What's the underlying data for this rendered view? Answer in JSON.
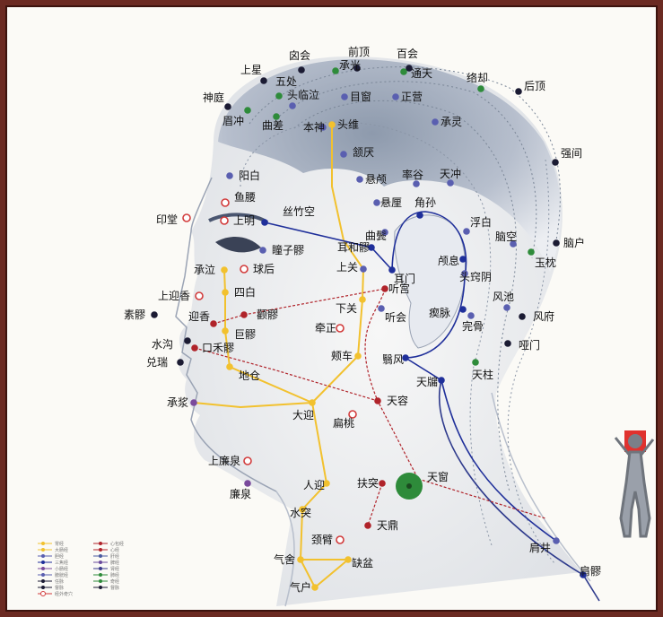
{
  "colors": {
    "stomach": "#f2c12e",
    "large_intestine": "#f2c12e",
    "small_intestine": "#7a4a9c",
    "triple_burner": "#1f2f9a",
    "gallbladder": "#2e3a8c",
    "bladder": "#5a5fb0",
    "governor": "#1a1a2e",
    "conception": "#1a1a2e",
    "extra": "#d23b3b",
    "green": "#2e8b3a",
    "red_dot": "#b0232a"
  },
  "points": [
    {
      "label": "囟会",
      "style": "dark"
    },
    {
      "label": "前顶",
      "style": "dark"
    },
    {
      "label": "百会",
      "style": "dark"
    },
    {
      "label": "上星",
      "style": "dark"
    },
    {
      "label": "五处",
      "style": "green"
    },
    {
      "label": "承光",
      "style": "green"
    },
    {
      "label": "通天",
      "style": "green"
    },
    {
      "label": "络却",
      "style": "green"
    },
    {
      "label": "后顶",
      "style": "dark"
    },
    {
      "label": "神庭",
      "style": "dark"
    },
    {
      "label": "头临泣",
      "style": "blue"
    },
    {
      "label": "目窗",
      "style": "blue"
    },
    {
      "label": "正营",
      "style": "blue"
    },
    {
      "label": "眉冲",
      "style": "green"
    },
    {
      "label": "曲差",
      "style": "green"
    },
    {
      "label": "本神",
      "style": "blue"
    },
    {
      "label": "头维",
      "style": "yellow"
    },
    {
      "label": "承灵",
      "style": "blue"
    },
    {
      "label": "强间",
      "style": "dark"
    },
    {
      "label": "颔厌",
      "style": "blue"
    },
    {
      "label": "阳白",
      "style": "blue"
    },
    {
      "label": "悬颅",
      "style": "blue"
    },
    {
      "label": "率谷",
      "style": "blue"
    },
    {
      "label": "天冲",
      "style": "blue"
    },
    {
      "label": "鱼腰",
      "style": "ring"
    },
    {
      "label": "悬厘",
      "style": "blue"
    },
    {
      "label": "丝竹空",
      "style": "navy"
    },
    {
      "label": "印堂",
      "style": "ring"
    },
    {
      "label": "上明",
      "style": "ring"
    },
    {
      "label": "角孙",
      "style": "navy"
    },
    {
      "label": "曲鬓",
      "style": "blue"
    },
    {
      "label": "浮白",
      "style": "blue"
    },
    {
      "label": "耳和髎",
      "style": "navy"
    },
    {
      "label": "瞳子髎",
      "style": "blue"
    },
    {
      "label": "脑空",
      "style": "blue"
    },
    {
      "label": "脑户",
      "style": "dark"
    },
    {
      "label": "承泣",
      "style": "yellow"
    },
    {
      "label": "球后",
      "style": "ring"
    },
    {
      "label": "上关",
      "style": "blue"
    },
    {
      "label": "耳门",
      "style": "navy"
    },
    {
      "label": "颅息",
      "style": "navy"
    },
    {
      "label": "头窍阴",
      "style": "blue"
    },
    {
      "label": "玉枕",
      "style": "green"
    },
    {
      "label": "上迎香",
      "style": "ring"
    },
    {
      "label": "四白",
      "style": "yellow"
    },
    {
      "label": "听宫",
      "style": "red"
    },
    {
      "label": "下关",
      "style": "yellow"
    },
    {
      "label": "迎香",
      "style": "red"
    },
    {
      "label": "颧髎",
      "style": "red"
    },
    {
      "label": "素髎",
      "style": "dark"
    },
    {
      "label": "听会",
      "style": "blue"
    },
    {
      "label": "瘈脉",
      "style": "navy"
    },
    {
      "label": "完骨",
      "style": "blue"
    },
    {
      "label": "风池",
      "style": "blue"
    },
    {
      "label": "风府",
      "style": "dark"
    },
    {
      "label": "巨髎",
      "style": "yellow"
    },
    {
      "label": "牵正",
      "style": "ring"
    },
    {
      "label": "水沟",
      "style": "dark"
    },
    {
      "label": "口禾髎",
      "style": "red"
    },
    {
      "label": "哑门",
      "style": "dark"
    },
    {
      "label": "兑瑞",
      "style": "dark"
    },
    {
      "label": "颊车",
      "style": "yellow"
    },
    {
      "label": "翳风",
      "style": "navy"
    },
    {
      "label": "地仓",
      "style": "yellow"
    },
    {
      "label": "天柱",
      "style": "green"
    },
    {
      "label": "天牖",
      "style": "navy"
    },
    {
      "label": "承浆",
      "style": "purple"
    },
    {
      "label": "天容",
      "style": "red"
    },
    {
      "label": "大迎",
      "style": "yellow"
    },
    {
      "label": "扁桃",
      "style": "ring"
    },
    {
      "label": "上廉泉",
      "style": "ring"
    },
    {
      "label": "天窗",
      "style": "bigGreen"
    },
    {
      "label": "廉泉",
      "style": "purple"
    },
    {
      "label": "人迎",
      "style": "yellow"
    },
    {
      "label": "扶突",
      "style": "red"
    },
    {
      "label": "水突",
      "style": "yellow"
    },
    {
      "label": "天鼎",
      "style": "red"
    },
    {
      "label": "颈臂",
      "style": "ring"
    },
    {
      "label": "肩井",
      "style": "blue"
    },
    {
      "label": "气舍",
      "style": "yellow"
    },
    {
      "label": "缺盆",
      "style": "yellow"
    },
    {
      "label": "肩髎",
      "style": "navy"
    },
    {
      "label": "气户",
      "style": "yellow"
    }
  ],
  "legend": {
    "left": [
      "胃经",
      "大肠经",
      "胆经",
      "三焦经",
      "小肠经",
      "膀胱经",
      "任脉",
      "督脉",
      "经外奇穴"
    ],
    "right": [
      "心包经",
      "心经",
      "肝经",
      "脾经",
      "肾经",
      "肺经",
      "奇经",
      "督脉"
    ]
  }
}
